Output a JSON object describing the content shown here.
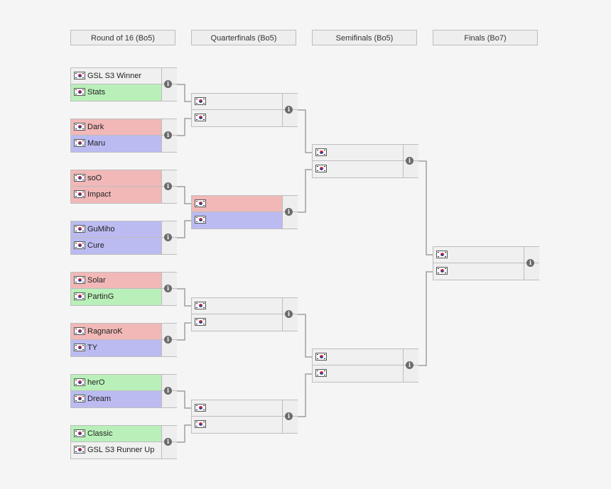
{
  "headers": [
    "Round of 16 (Bo5)",
    "Quarterfinals (Bo5)",
    "Semifinals (Bo5)",
    "Finals (Bo7)"
  ],
  "info_icon": "i",
  "colors": {
    "red": "#f2b8b8",
    "green": "#b9f0b9",
    "blue": "#bbbbf2",
    "empty": "#f0f0f0",
    "connector": "#9e9e9e"
  },
  "round_of_16": [
    {
      "top": {
        "name": "GSL S3 Winner",
        "flag": "kr-flag-icon",
        "color": "none"
      },
      "bottom": {
        "name": "Stats",
        "flag": "kr-flag-icon",
        "color": "green"
      }
    },
    {
      "top": {
        "name": "Dark",
        "flag": "kr-flag-icon",
        "color": "red"
      },
      "bottom": {
        "name": "Maru",
        "flag": "kr-flag-icon",
        "color": "blue"
      }
    },
    {
      "top": {
        "name": "soO",
        "flag": "kr-flag-icon",
        "color": "red"
      },
      "bottom": {
        "name": "Impact",
        "flag": "kr-flag-icon",
        "color": "red"
      }
    },
    {
      "top": {
        "name": "GuMiho",
        "flag": "kr-flag-icon",
        "color": "blue"
      },
      "bottom": {
        "name": "Cure",
        "flag": "kr-flag-icon",
        "color": "blue"
      }
    },
    {
      "top": {
        "name": "Solar",
        "flag": "kr-flag-icon",
        "color": "red"
      },
      "bottom": {
        "name": "PartinG",
        "flag": "kr-flag-icon",
        "color": "green"
      }
    },
    {
      "top": {
        "name": "RagnaroK",
        "flag": "kr-flag-icon",
        "color": "red"
      },
      "bottom": {
        "name": "TY",
        "flag": "kr-flag-icon",
        "color": "blue"
      }
    },
    {
      "top": {
        "name": "herO",
        "flag": "kr-flag-icon",
        "color": "green"
      },
      "bottom": {
        "name": "Dream",
        "flag": "kr-flag-icon",
        "color": "blue"
      }
    },
    {
      "top": {
        "name": "Classic",
        "flag": "kr-flag-icon",
        "color": "green"
      },
      "bottom": {
        "name": "GSL S3 Runner Up",
        "flag": "kr-flag-icon",
        "color": "none"
      }
    }
  ],
  "quarterfinals": [
    {
      "top": {
        "name": "",
        "flag": "kr-flag-icon",
        "color": "none"
      },
      "bottom": {
        "name": "",
        "flag": "kr-flag-icon",
        "color": "none"
      }
    },
    {
      "top": {
        "name": "",
        "flag": "kr-flag-icon",
        "color": "red"
      },
      "bottom": {
        "name": "",
        "flag": "kr-flag-icon",
        "color": "blue"
      }
    },
    {
      "top": {
        "name": "",
        "flag": "kr-flag-icon",
        "color": "none"
      },
      "bottom": {
        "name": "",
        "flag": "kr-flag-icon",
        "color": "none"
      }
    },
    {
      "top": {
        "name": "",
        "flag": "kr-flag-icon",
        "color": "none"
      },
      "bottom": {
        "name": "",
        "flag": "kr-flag-icon",
        "color": "none"
      }
    }
  ],
  "semifinals": [
    {
      "top": {
        "name": "",
        "flag": "kr-flag-icon",
        "color": "none"
      },
      "bottom": {
        "name": "",
        "flag": "kr-flag-icon",
        "color": "none"
      }
    },
    {
      "top": {
        "name": "",
        "flag": "kr-flag-icon",
        "color": "none"
      },
      "bottom": {
        "name": "",
        "flag": "kr-flag-icon",
        "color": "none"
      }
    }
  ],
  "finals": [
    {
      "top": {
        "name": "",
        "flag": "kr-flag-icon",
        "color": "none"
      },
      "bottom": {
        "name": "",
        "flag": "kr-flag-icon",
        "color": "none"
      }
    }
  ]
}
